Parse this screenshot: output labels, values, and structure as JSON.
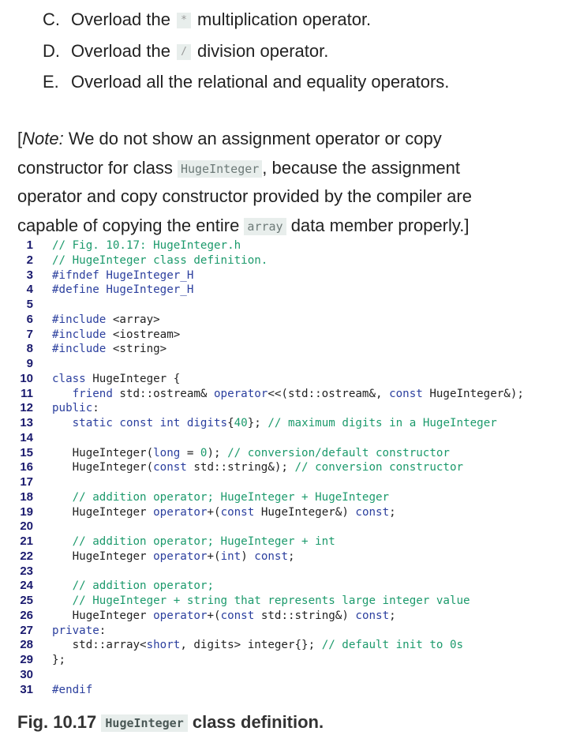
{
  "list": [
    {
      "letter": "C.",
      "before": "Overload the",
      "code": "*",
      "after": "multiplication operator."
    },
    {
      "letter": "D.",
      "before": "Overload the",
      "code": "/",
      "after": "division operator."
    },
    {
      "letter": "E.",
      "text": "Overload all the relational and equality operators."
    }
  ],
  "note": {
    "open": "[",
    "label": "Note:",
    "l1": " We do not show an assignment operator or copy",
    "l2a": "constructor for class ",
    "l2code": "HugeInteger",
    "l2b": ", because the assignment",
    "l3": "operator and copy constructor provided by the compiler are",
    "l4a": "capable of copying the entire ",
    "l4code": "array",
    "l4b": " data member properly.]"
  },
  "code": [
    {
      "n": "1",
      "parts": [
        {
          "c": "cmt",
          "t": "// Fig. 10.17: HugeInteger.h"
        }
      ]
    },
    {
      "n": "2",
      "parts": [
        {
          "c": "cmt",
          "t": "// HugeInteger class definition."
        }
      ]
    },
    {
      "n": "3",
      "parts": [
        {
          "c": "pp",
          "t": "#ifndef HugeInteger_H"
        }
      ]
    },
    {
      "n": "4",
      "parts": [
        {
          "c": "pp",
          "t": "#define HugeInteger_H"
        }
      ]
    },
    {
      "n": "5",
      "parts": []
    },
    {
      "n": "6",
      "parts": [
        {
          "c": "pp",
          "t": "#include "
        },
        {
          "c": "",
          "t": "<array>"
        }
      ]
    },
    {
      "n": "7",
      "parts": [
        {
          "c": "pp",
          "t": "#include "
        },
        {
          "c": "",
          "t": "<iostream>"
        }
      ]
    },
    {
      "n": "8",
      "parts": [
        {
          "c": "pp",
          "t": "#include "
        },
        {
          "c": "",
          "t": "<string>"
        }
      ]
    },
    {
      "n": "9",
      "parts": []
    },
    {
      "n": "10",
      "parts": [
        {
          "c": "kw",
          "t": "class"
        },
        {
          "c": "",
          "t": " HugeInteger {"
        }
      ]
    },
    {
      "n": "11",
      "parts": [
        {
          "c": "",
          "t": "   "
        },
        {
          "c": "kw",
          "t": "friend"
        },
        {
          "c": "",
          "t": " std::ostream& "
        },
        {
          "c": "kw",
          "t": "operator"
        },
        {
          "c": "",
          "t": "<<(std::ostream&, "
        },
        {
          "c": "kw",
          "t": "const"
        },
        {
          "c": "",
          "t": " HugeInteger&);"
        }
      ]
    },
    {
      "n": "12",
      "parts": [
        {
          "c": "kw",
          "t": "public"
        },
        {
          "c": "",
          "t": ":"
        }
      ]
    },
    {
      "n": "13",
      "parts": [
        {
          "c": "",
          "t": "   "
        },
        {
          "c": "kw",
          "t": "static const int"
        },
        {
          "c": "",
          "t": " "
        },
        {
          "c": "kw",
          "t": "digits"
        },
        {
          "c": "",
          "t": "{"
        },
        {
          "c": "num",
          "t": "40"
        },
        {
          "c": "",
          "t": "}; "
        },
        {
          "c": "cmt",
          "t": "// maximum digits in a HugeInteger"
        }
      ]
    },
    {
      "n": "14",
      "parts": []
    },
    {
      "n": "15",
      "parts": [
        {
          "c": "",
          "t": "   HugeInteger("
        },
        {
          "c": "kw",
          "t": "long"
        },
        {
          "c": "",
          "t": " = "
        },
        {
          "c": "num",
          "t": "0"
        },
        {
          "c": "",
          "t": "); "
        },
        {
          "c": "cmt",
          "t": "// conversion/default constructor"
        }
      ]
    },
    {
      "n": "16",
      "parts": [
        {
          "c": "",
          "t": "   HugeInteger("
        },
        {
          "c": "kw",
          "t": "const"
        },
        {
          "c": "",
          "t": " std::string&); "
        },
        {
          "c": "cmt",
          "t": "// conversion constructor"
        }
      ]
    },
    {
      "n": "17",
      "parts": []
    },
    {
      "n": "18",
      "parts": [
        {
          "c": "",
          "t": "   "
        },
        {
          "c": "cmt",
          "t": "// addition operator; HugeInteger + HugeInteger"
        }
      ]
    },
    {
      "n": "19",
      "parts": [
        {
          "c": "",
          "t": "   HugeInteger "
        },
        {
          "c": "kw",
          "t": "operator"
        },
        {
          "c": "",
          "t": "+("
        },
        {
          "c": "kw",
          "t": "const"
        },
        {
          "c": "",
          "t": " HugeInteger&) "
        },
        {
          "c": "kw",
          "t": "const"
        },
        {
          "c": "",
          "t": ";"
        }
      ]
    },
    {
      "n": "20",
      "parts": []
    },
    {
      "n": "21",
      "parts": [
        {
          "c": "",
          "t": "   "
        },
        {
          "c": "cmt",
          "t": "// addition operator; HugeInteger + int"
        }
      ]
    },
    {
      "n": "22",
      "parts": [
        {
          "c": "",
          "t": "   HugeInteger "
        },
        {
          "c": "kw",
          "t": "operator"
        },
        {
          "c": "",
          "t": "+("
        },
        {
          "c": "kw",
          "t": "int"
        },
        {
          "c": "",
          "t": ") "
        },
        {
          "c": "kw",
          "t": "const"
        },
        {
          "c": "",
          "t": ";"
        }
      ]
    },
    {
      "n": "23",
      "parts": []
    },
    {
      "n": "24",
      "parts": [
        {
          "c": "",
          "t": "   "
        },
        {
          "c": "cmt",
          "t": "// addition operator;"
        }
      ]
    },
    {
      "n": "25",
      "parts": [
        {
          "c": "",
          "t": "   "
        },
        {
          "c": "cmt",
          "t": "// HugeInteger + string that represents large integer value"
        }
      ]
    },
    {
      "n": "26",
      "parts": [
        {
          "c": "",
          "t": "   HugeInteger "
        },
        {
          "c": "kw",
          "t": "operator"
        },
        {
          "c": "",
          "t": "+("
        },
        {
          "c": "kw",
          "t": "const"
        },
        {
          "c": "",
          "t": " std::string&) "
        },
        {
          "c": "kw",
          "t": "const"
        },
        {
          "c": "",
          "t": ";"
        }
      ]
    },
    {
      "n": "27",
      "parts": [
        {
          "c": "kw",
          "t": "private"
        },
        {
          "c": "",
          "t": ":"
        }
      ]
    },
    {
      "n": "28",
      "parts": [
        {
          "c": "",
          "t": "   std::array<"
        },
        {
          "c": "kw",
          "t": "short"
        },
        {
          "c": "",
          "t": ", digits> integer{}; "
        },
        {
          "c": "cmt",
          "t": "// default init to 0s"
        }
      ]
    },
    {
      "n": "29",
      "parts": [
        {
          "c": "",
          "t": "};"
        }
      ]
    },
    {
      "n": "30",
      "parts": []
    },
    {
      "n": "31",
      "parts": [
        {
          "c": "pp",
          "t": "#endif"
        }
      ]
    }
  ],
  "caption": {
    "prefix": "Fig. 10.17 ",
    "code": "HugeInteger",
    "suffix": " class definition."
  }
}
